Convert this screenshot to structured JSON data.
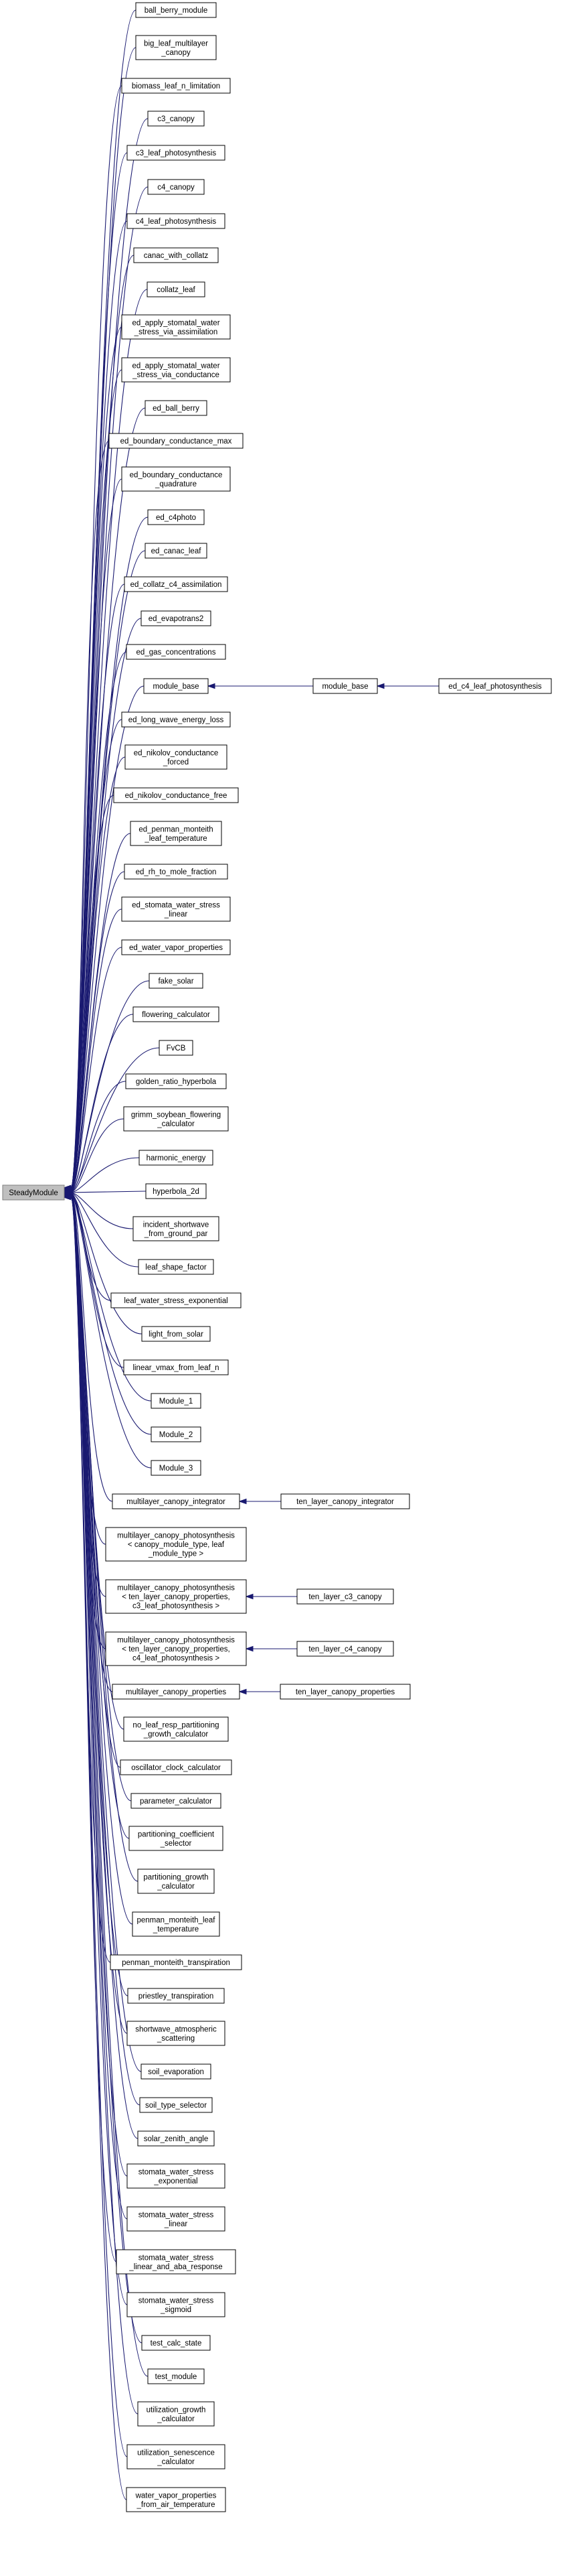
{
  "graph": {
    "root": "SteadyModule",
    "nodes": [
      {
        "id": "SteadyModule",
        "lines": [
          "SteadyModule"
        ]
      },
      {
        "id": "ball_berry_module",
        "lines": [
          "ball_berry_module"
        ]
      },
      {
        "id": "big_leaf_multilayer_canopy",
        "lines": [
          "big_leaf_multilayer",
          "_canopy"
        ]
      },
      {
        "id": "biomass_leaf_n_limitation",
        "lines": [
          "biomass_leaf_n_limitation"
        ]
      },
      {
        "id": "c3_canopy",
        "lines": [
          "c3_canopy"
        ]
      },
      {
        "id": "c3_leaf_photosynthesis",
        "lines": [
          "c3_leaf_photosynthesis"
        ]
      },
      {
        "id": "c4_canopy",
        "lines": [
          "c4_canopy"
        ]
      },
      {
        "id": "c4_leaf_photosynthesis",
        "lines": [
          "c4_leaf_photosynthesis"
        ]
      },
      {
        "id": "canac_with_collatz",
        "lines": [
          "canac_with_collatz"
        ]
      },
      {
        "id": "collatz_leaf",
        "lines": [
          "collatz_leaf"
        ]
      },
      {
        "id": "ed_apply_stomatal_water_stress_via_assimilation",
        "lines": [
          "ed_apply_stomatal_water",
          "_stress_via_assimilation"
        ]
      },
      {
        "id": "ed_apply_stomatal_water_stress_via_conductance",
        "lines": [
          "ed_apply_stomatal_water",
          "_stress_via_conductance"
        ]
      },
      {
        "id": "ed_ball_berry",
        "lines": [
          "ed_ball_berry"
        ]
      },
      {
        "id": "ed_boundary_conductance_max",
        "lines": [
          "ed_boundary_conductance_max"
        ]
      },
      {
        "id": "ed_boundary_conductance_quadrature",
        "lines": [
          "ed_boundary_conductance",
          "_quadrature"
        ]
      },
      {
        "id": "ed_c4photo",
        "lines": [
          "ed_c4photo"
        ]
      },
      {
        "id": "ed_canac_leaf",
        "lines": [
          "ed_canac_leaf"
        ]
      },
      {
        "id": "ed_collatz_c4_assimilation",
        "lines": [
          "ed_collatz_c4_assimilation"
        ]
      },
      {
        "id": "ed_evapotrans2",
        "lines": [
          "ed_evapotrans2"
        ]
      },
      {
        "id": "ed_gas_concentrations",
        "lines": [
          "ed_gas_concentrations"
        ]
      },
      {
        "id": "module_base_1",
        "lines": [
          "module_base"
        ]
      },
      {
        "id": "module_base_2",
        "lines": [
          "module_base"
        ]
      },
      {
        "id": "ed_c4_leaf_photosynthesis",
        "lines": [
          "ed_c4_leaf_photosynthesis"
        ]
      },
      {
        "id": "ed_long_wave_energy_loss",
        "lines": [
          "ed_long_wave_energy_loss"
        ]
      },
      {
        "id": "ed_nikolov_conductance_forced",
        "lines": [
          "ed_nikolov_conductance",
          "_forced"
        ]
      },
      {
        "id": "ed_nikolov_conductance_free",
        "lines": [
          "ed_nikolov_conductance_free"
        ]
      },
      {
        "id": "ed_penman_monteith_leaf_temperature",
        "lines": [
          "ed_penman_monteith",
          "_leaf_temperature"
        ]
      },
      {
        "id": "ed_rh_to_mole_fraction",
        "lines": [
          "ed_rh_to_mole_fraction"
        ]
      },
      {
        "id": "ed_stomata_water_stress_linear",
        "lines": [
          "ed_stomata_water_stress",
          "_linear"
        ]
      },
      {
        "id": "ed_water_vapor_properties",
        "lines": [
          "ed_water_vapor_properties"
        ]
      },
      {
        "id": "fake_solar",
        "lines": [
          "fake_solar"
        ]
      },
      {
        "id": "flowering_calculator",
        "lines": [
          "flowering_calculator"
        ]
      },
      {
        "id": "FvCB",
        "lines": [
          "FvCB"
        ]
      },
      {
        "id": "golden_ratio_hyperbola",
        "lines": [
          "golden_ratio_hyperbola"
        ]
      },
      {
        "id": "grimm_soybean_flowering_calculator",
        "lines": [
          "grimm_soybean_flowering",
          "_calculator"
        ]
      },
      {
        "id": "harmonic_energy",
        "lines": [
          "harmonic_energy"
        ]
      },
      {
        "id": "hyperbola_2d",
        "lines": [
          "hyperbola_2d"
        ]
      },
      {
        "id": "incident_shortwave_from_ground_par",
        "lines": [
          "incident_shortwave",
          "_from_ground_par"
        ]
      },
      {
        "id": "leaf_shape_factor",
        "lines": [
          "leaf_shape_factor"
        ]
      },
      {
        "id": "leaf_water_stress_exponential",
        "lines": [
          "leaf_water_stress_exponential"
        ]
      },
      {
        "id": "light_from_solar",
        "lines": [
          "light_from_solar"
        ]
      },
      {
        "id": "linear_vmax_from_leaf_n",
        "lines": [
          "linear_vmax_from_leaf_n"
        ]
      },
      {
        "id": "Module_1",
        "lines": [
          "Module_1"
        ]
      },
      {
        "id": "Module_2",
        "lines": [
          "Module_2"
        ]
      },
      {
        "id": "Module_3",
        "lines": [
          "Module_3"
        ]
      },
      {
        "id": "multilayer_canopy_integrator",
        "lines": [
          "multilayer_canopy_integrator"
        ]
      },
      {
        "id": "ten_layer_canopy_integrator",
        "lines": [
          "ten_layer_canopy_integrator"
        ]
      },
      {
        "id": "multilayer_canopy_photosynthesis_generic",
        "lines": [
          "multilayer_canopy_photosynthesis",
          "< canopy_module_type, leaf",
          "_module_type >"
        ]
      },
      {
        "id": "multilayer_canopy_photosynthesis_c3",
        "lines": [
          "multilayer_canopy_photosynthesis",
          "< ten_layer_canopy_properties,",
          "c3_leaf_photosynthesis >"
        ]
      },
      {
        "id": "ten_layer_c3_canopy",
        "lines": [
          "ten_layer_c3_canopy"
        ]
      },
      {
        "id": "multilayer_canopy_photosynthesis_c4",
        "lines": [
          "multilayer_canopy_photosynthesis",
          "< ten_layer_canopy_properties,",
          "c4_leaf_photosynthesis >"
        ]
      },
      {
        "id": "ten_layer_c4_canopy",
        "lines": [
          "ten_layer_c4_canopy"
        ]
      },
      {
        "id": "multilayer_canopy_properties",
        "lines": [
          "multilayer_canopy_properties"
        ]
      },
      {
        "id": "ten_layer_canopy_properties",
        "lines": [
          "ten_layer_canopy_properties"
        ]
      },
      {
        "id": "no_leaf_resp_partitioning_growth_calculator",
        "lines": [
          "no_leaf_resp_partitioning",
          "_growth_calculator"
        ]
      },
      {
        "id": "oscillator_clock_calculator",
        "lines": [
          "oscillator_clock_calculator"
        ]
      },
      {
        "id": "parameter_calculator",
        "lines": [
          "parameter_calculator"
        ]
      },
      {
        "id": "partitioning_coefficient_selector",
        "lines": [
          "partitioning_coefficient",
          "_selector"
        ]
      },
      {
        "id": "partitioning_growth_calculator",
        "lines": [
          "partitioning_growth",
          "_calculator"
        ]
      },
      {
        "id": "penman_monteith_leaf_temperature",
        "lines": [
          "penman_monteith_leaf",
          "_temperature"
        ]
      },
      {
        "id": "penman_monteith_transpiration",
        "lines": [
          "penman_monteith_transpiration"
        ]
      },
      {
        "id": "priestley_transpiration",
        "lines": [
          "priestley_transpiration"
        ]
      },
      {
        "id": "shortwave_atmospheric_scattering",
        "lines": [
          "shortwave_atmospheric",
          "_scattering"
        ]
      },
      {
        "id": "soil_evaporation",
        "lines": [
          "soil_evaporation"
        ]
      },
      {
        "id": "soil_type_selector",
        "lines": [
          "soil_type_selector"
        ]
      },
      {
        "id": "solar_zenith_angle",
        "lines": [
          "solar_zenith_angle"
        ]
      },
      {
        "id": "stomata_water_stress_exponential",
        "lines": [
          "stomata_water_stress",
          "_exponential"
        ]
      },
      {
        "id": "stomata_water_stress_linear",
        "lines": [
          "stomata_water_stress",
          "_linear"
        ]
      },
      {
        "id": "stomata_water_stress_linear_and_aba_response",
        "lines": [
          "stomata_water_stress",
          "_linear_and_aba_response"
        ]
      },
      {
        "id": "stomata_water_stress_sigmoid",
        "lines": [
          "stomata_water_stress",
          "_sigmoid"
        ]
      },
      {
        "id": "test_calc_state",
        "lines": [
          "test_calc_state"
        ]
      },
      {
        "id": "test_module",
        "lines": [
          "test_module"
        ]
      },
      {
        "id": "utilization_growth_calculator",
        "lines": [
          "utilization_growth",
          "_calculator"
        ]
      },
      {
        "id": "utilization_senescence_calculator",
        "lines": [
          "utilization_senescence",
          "_calculator"
        ]
      },
      {
        "id": "water_vapor_properties_from_air_temperature",
        "lines": [
          "water_vapor_properties",
          "_from_air_temperature"
        ]
      }
    ],
    "edges": [
      {
        "from": "ball_berry_module",
        "to": "SteadyModule"
      },
      {
        "from": "big_leaf_multilayer_canopy",
        "to": "SteadyModule"
      },
      {
        "from": "biomass_leaf_n_limitation",
        "to": "SteadyModule"
      },
      {
        "from": "c3_canopy",
        "to": "SteadyModule"
      },
      {
        "from": "c3_leaf_photosynthesis",
        "to": "SteadyModule"
      },
      {
        "from": "c4_canopy",
        "to": "SteadyModule"
      },
      {
        "from": "c4_leaf_photosynthesis",
        "to": "SteadyModule"
      },
      {
        "from": "canac_with_collatz",
        "to": "SteadyModule"
      },
      {
        "from": "collatz_leaf",
        "to": "SteadyModule"
      },
      {
        "from": "ed_apply_stomatal_water_stress_via_assimilation",
        "to": "SteadyModule"
      },
      {
        "from": "ed_apply_stomatal_water_stress_via_conductance",
        "to": "SteadyModule"
      },
      {
        "from": "ed_ball_berry",
        "to": "SteadyModule"
      },
      {
        "from": "ed_boundary_conductance_max",
        "to": "SteadyModule"
      },
      {
        "from": "ed_boundary_conductance_quadrature",
        "to": "SteadyModule"
      },
      {
        "from": "ed_c4photo",
        "to": "SteadyModule"
      },
      {
        "from": "ed_canac_leaf",
        "to": "SteadyModule"
      },
      {
        "from": "ed_collatz_c4_assimilation",
        "to": "SteadyModule"
      },
      {
        "from": "ed_evapotrans2",
        "to": "SteadyModule"
      },
      {
        "from": "ed_gas_concentrations",
        "to": "SteadyModule"
      },
      {
        "from": "module_base_1",
        "to": "SteadyModule"
      },
      {
        "from": "module_base_2",
        "to": "module_base_1"
      },
      {
        "from": "ed_c4_leaf_photosynthesis",
        "to": "module_base_2"
      },
      {
        "from": "ed_long_wave_energy_loss",
        "to": "SteadyModule"
      },
      {
        "from": "ed_nikolov_conductance_forced",
        "to": "SteadyModule"
      },
      {
        "from": "ed_nikolov_conductance_free",
        "to": "SteadyModule"
      },
      {
        "from": "ed_penman_monteith_leaf_temperature",
        "to": "SteadyModule"
      },
      {
        "from": "ed_rh_to_mole_fraction",
        "to": "SteadyModule"
      },
      {
        "from": "ed_stomata_water_stress_linear",
        "to": "SteadyModule"
      },
      {
        "from": "ed_water_vapor_properties",
        "to": "SteadyModule"
      },
      {
        "from": "fake_solar",
        "to": "SteadyModule"
      },
      {
        "from": "flowering_calculator",
        "to": "SteadyModule"
      },
      {
        "from": "FvCB",
        "to": "SteadyModule"
      },
      {
        "from": "golden_ratio_hyperbola",
        "to": "SteadyModule"
      },
      {
        "from": "grimm_soybean_flowering_calculator",
        "to": "SteadyModule"
      },
      {
        "from": "harmonic_energy",
        "to": "SteadyModule"
      },
      {
        "from": "hyperbola_2d",
        "to": "SteadyModule"
      },
      {
        "from": "incident_shortwave_from_ground_par",
        "to": "SteadyModule"
      },
      {
        "from": "leaf_shape_factor",
        "to": "SteadyModule"
      },
      {
        "from": "leaf_water_stress_exponential",
        "to": "SteadyModule"
      },
      {
        "from": "light_from_solar",
        "to": "SteadyModule"
      },
      {
        "from": "linear_vmax_from_leaf_n",
        "to": "SteadyModule"
      },
      {
        "from": "Module_1",
        "to": "SteadyModule"
      },
      {
        "from": "Module_2",
        "to": "SteadyModule"
      },
      {
        "from": "Module_3",
        "to": "SteadyModule"
      },
      {
        "from": "multilayer_canopy_integrator",
        "to": "SteadyModule"
      },
      {
        "from": "ten_layer_canopy_integrator",
        "to": "multilayer_canopy_integrator"
      },
      {
        "from": "multilayer_canopy_photosynthesis_generic",
        "to": "SteadyModule"
      },
      {
        "from": "multilayer_canopy_photosynthesis_c3",
        "to": "SteadyModule"
      },
      {
        "from": "ten_layer_c3_canopy",
        "to": "multilayer_canopy_photosynthesis_c3"
      },
      {
        "from": "multilayer_canopy_photosynthesis_c4",
        "to": "SteadyModule"
      },
      {
        "from": "ten_layer_c4_canopy",
        "to": "multilayer_canopy_photosynthesis_c4"
      },
      {
        "from": "multilayer_canopy_properties",
        "to": "SteadyModule"
      },
      {
        "from": "ten_layer_canopy_properties",
        "to": "multilayer_canopy_properties"
      },
      {
        "from": "no_leaf_resp_partitioning_growth_calculator",
        "to": "SteadyModule"
      },
      {
        "from": "oscillator_clock_calculator",
        "to": "SteadyModule"
      },
      {
        "from": "parameter_calculator",
        "to": "SteadyModule"
      },
      {
        "from": "partitioning_coefficient_selector",
        "to": "SteadyModule"
      },
      {
        "from": "partitioning_growth_calculator",
        "to": "SteadyModule"
      },
      {
        "from": "penman_monteith_leaf_temperature",
        "to": "SteadyModule"
      },
      {
        "from": "penman_monteith_transpiration",
        "to": "SteadyModule"
      },
      {
        "from": "priestley_transpiration",
        "to": "SteadyModule"
      },
      {
        "from": "shortwave_atmospheric_scattering",
        "to": "SteadyModule"
      },
      {
        "from": "soil_evaporation",
        "to": "SteadyModule"
      },
      {
        "from": "soil_type_selector",
        "to": "SteadyModule"
      },
      {
        "from": "solar_zenith_angle",
        "to": "SteadyModule"
      },
      {
        "from": "stomata_water_stress_exponential",
        "to": "SteadyModule"
      },
      {
        "from": "stomata_water_stress_linear",
        "to": "SteadyModule"
      },
      {
        "from": "stomata_water_stress_linear_and_aba_response",
        "to": "SteadyModule"
      },
      {
        "from": "stomata_water_stress_sigmoid",
        "to": "SteadyModule"
      },
      {
        "from": "test_calc_state",
        "to": "SteadyModule"
      },
      {
        "from": "test_module",
        "to": "SteadyModule"
      },
      {
        "from": "utilization_growth_calculator",
        "to": "SteadyModule"
      },
      {
        "from": "utilization_senescence_calculator",
        "to": "SteadyModule"
      },
      {
        "from": "water_vapor_properties_from_air_temperature",
        "to": "SteadyModule"
      }
    ],
    "colors": {
      "edge": "#191970",
      "node_border": "#000000",
      "node_fill": "#ffffff",
      "root_fill": "#bfbfbf",
      "root_border": "#7f7f7f"
    }
  }
}
